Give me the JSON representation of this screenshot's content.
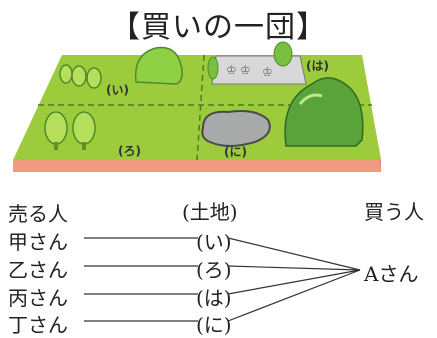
{
  "title": "【買いの一団】",
  "map": {
    "plots": {
      "i": "(い)",
      "ro": "(ろ)",
      "ha": "(は)",
      "ni": "(に)"
    },
    "colors": {
      "green": "#9ccc3c",
      "dark_green": "#5aa23a",
      "tree": "#7ac040",
      "pond": "#a9aaaa",
      "gravel": "#d8d8d8",
      "red_edge": "#f09a80"
    }
  },
  "headers": {
    "sellers": "売る人",
    "land": "(土地)",
    "buyer": "買う人"
  },
  "rows": [
    {
      "seller": "甲さん",
      "land": "(い)"
    },
    {
      "seller": "乙さん",
      "land": "(ろ)"
    },
    {
      "seller": "丙さん",
      "land": "(は)"
    },
    {
      "seller": "丁さん",
      "land": "(に)"
    }
  ],
  "buyer": "Aさん"
}
